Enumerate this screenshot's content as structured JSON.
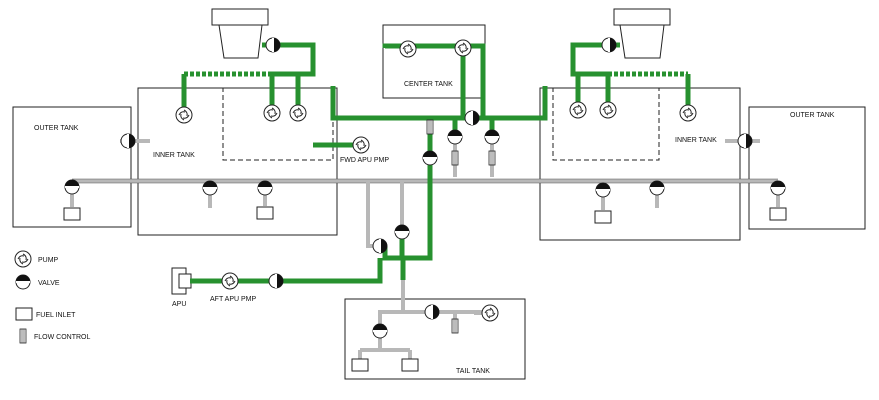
{
  "labels": {
    "outer_tank_left": "OUTER TANK",
    "inner_tank_left": "INNER TANK",
    "center_tank": "CENTER TANK",
    "inner_tank_right": "INNER TANK",
    "outer_tank_right": "OUTER TANK",
    "fwd_apu_pump": "FWD APU PMP",
    "aft_apu_pump": "AFT APU PMP",
    "apu": "APU",
    "tail_tank": "TAIL TANK"
  },
  "legend": {
    "pump": "PUMP",
    "valve": "VALVE",
    "fuel_inlet": "FUEL INLET",
    "flow_control": "FLOW CONTROL"
  },
  "colors": {
    "active_line": "#27912f",
    "inactive_line": "#b8b8b8",
    "outline": "#222222"
  }
}
